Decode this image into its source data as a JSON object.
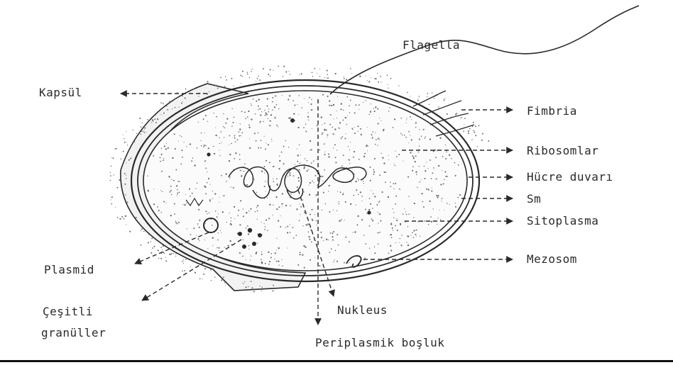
{
  "labels": {
    "flagella": "Flagella",
    "kapsul": "Kapsül",
    "fimbria": "Fimbria",
    "ribosomlar": "Ribosomlar",
    "hucre_duvari": "Hücre duvarı",
    "sm": "Sm",
    "sitoplasma": "Sitoplasma",
    "mezosom": "Mezosom",
    "plasmid": "Plasmid",
    "cesitli_granuller_line1": "Çeşitli",
    "cesitli_granuller_line2": "granüller",
    "nukleus": "Nukleus",
    "periplasmik_bosluk": "Periplasmik boşluk"
  },
  "colors": {
    "ink": "#2a2a2a",
    "stipple": "#6a6a6a",
    "capsule_fill": "#f2f2f2",
    "background": "#ffffff"
  }
}
